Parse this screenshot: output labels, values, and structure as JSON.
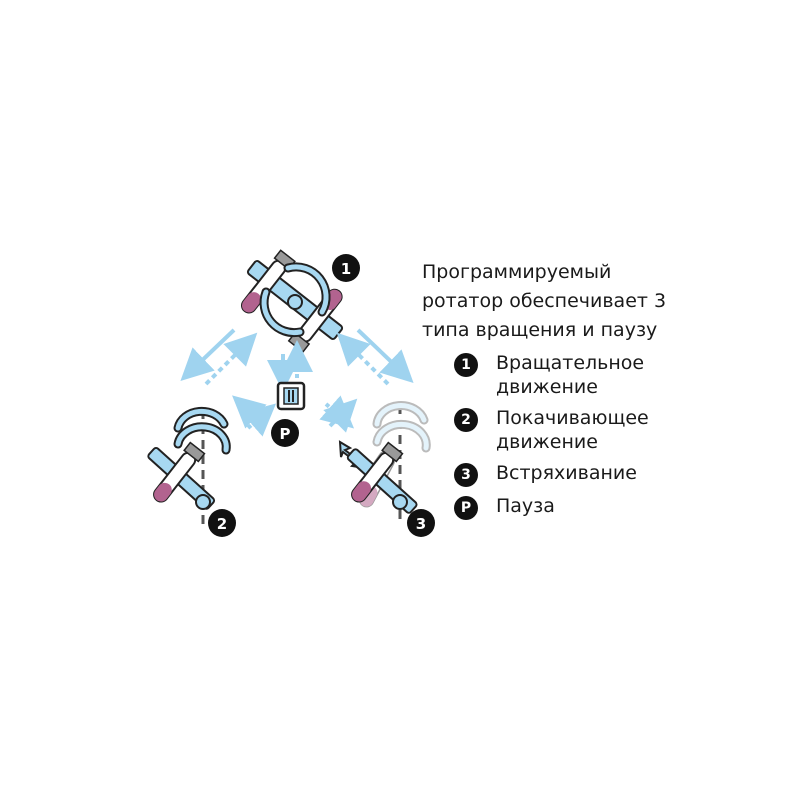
{
  "legend": {
    "title": "Программируемый\nротатор обеспечивает 3\nтипа вращения и паузу",
    "items": [
      {
        "badge": "1",
        "text": "Вращательное\nдвижение"
      },
      {
        "badge": "2",
        "text": "Покачивающее\nдвижение"
      },
      {
        "badge": "3",
        "text": "Встряхивание"
      },
      {
        "badge": "P",
        "text": "Пауза"
      }
    ]
  },
  "diagram": {
    "badges": {
      "rotation": "1",
      "rocking": "2",
      "shaking": "3",
      "pause": "P"
    },
    "pause_symbol": "II"
  },
  "colors": {
    "arm": "#a7d8f1",
    "arrow": "#9fd3ef",
    "tube_liquid": "#b2638f",
    "outline": "#222222",
    "badge": "#111111"
  }
}
